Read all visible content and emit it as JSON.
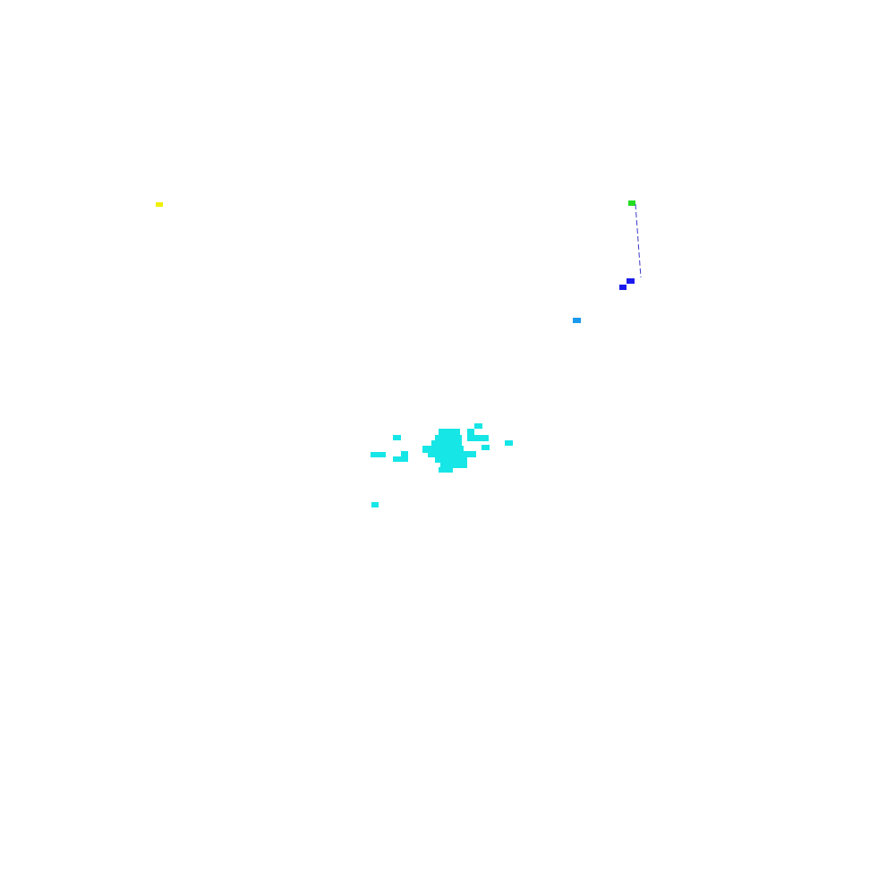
{
  "colors": {
    "background": "#ffffff",
    "cluster": "#16e6e6",
    "yellow_marker": "#f0f000",
    "green_marker": "#22dd22",
    "blue_marker": "#1a1aee",
    "mid_blue_marker": "#1a99ee",
    "dashed_line": "#3a3acc"
  },
  "groups": {
    "cluster": "cyan-cluster",
    "yellow": "yellow-marker",
    "green": "green-marker",
    "blue": "blue-marker",
    "mid_blue": "mid-blue-marker",
    "line": "dashed-connector"
  }
}
